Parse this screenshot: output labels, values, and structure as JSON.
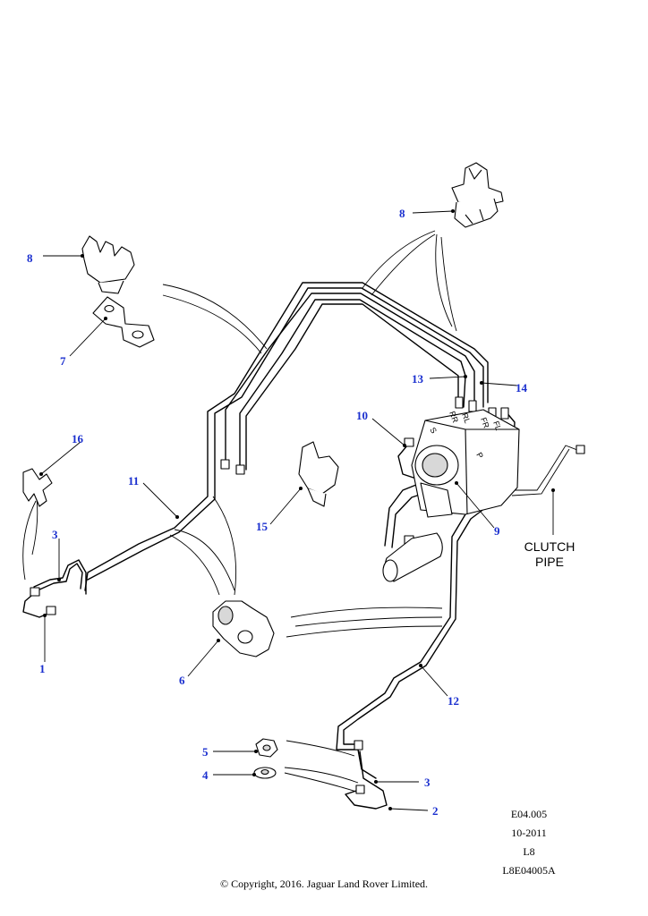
{
  "callouts": [
    {
      "id": "c1",
      "label": "1"
    },
    {
      "id": "c2",
      "label": "2"
    },
    {
      "id": "c3a",
      "label": "3"
    },
    {
      "id": "c3b",
      "label": "3"
    },
    {
      "id": "c4",
      "label": "4"
    },
    {
      "id": "c5",
      "label": "5"
    },
    {
      "id": "c6",
      "label": "6"
    },
    {
      "id": "c7",
      "label": "7"
    },
    {
      "id": "c8a",
      "label": "8"
    },
    {
      "id": "c8b",
      "label": "8"
    },
    {
      "id": "c9",
      "label": "9"
    },
    {
      "id": "c10",
      "label": "10"
    },
    {
      "id": "c11",
      "label": "11"
    },
    {
      "id": "c12",
      "label": "12"
    },
    {
      "id": "c13",
      "label": "13"
    },
    {
      "id": "c14",
      "label": "14"
    },
    {
      "id": "c15",
      "label": "15"
    },
    {
      "id": "c16",
      "label": "16"
    }
  ],
  "note": {
    "line1": "CLUTCH",
    "line2": "PIPE"
  },
  "port_labels": {
    "s": "S",
    "p": "P",
    "rr": "RR",
    "rl": "RL",
    "fr": "FR",
    "fl": "FL"
  },
  "meta": {
    "code": "E04.005",
    "date": "10-2011",
    "variant": "L8",
    "ref": "L8E04005A"
  },
  "copyright": "© Copyright, 2016. Jaguar Land Rover Limited."
}
